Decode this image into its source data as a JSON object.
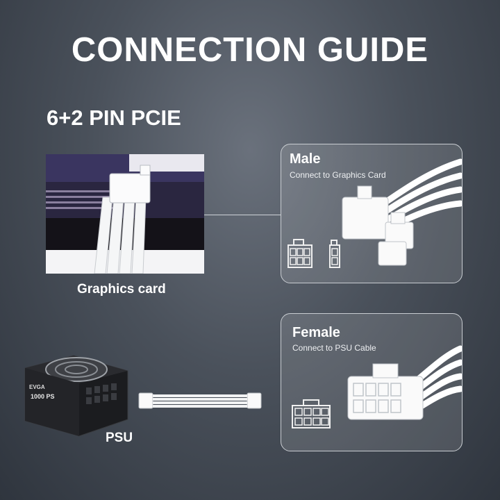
{
  "title": "CONNECTION GUIDE",
  "subtitle": "6+2 PIN PCIE",
  "gpu": {
    "label": "Graphics card"
  },
  "male": {
    "title": "Male",
    "description": "Connect to Graphics Card"
  },
  "female": {
    "title": "Female",
    "description": "Connect to PSU Cable"
  },
  "psu": {
    "label": "PSU",
    "brand": "EVGA",
    "model": "1000 PS"
  },
  "colors": {
    "background": "#4a515b",
    "cable": "#f2f3f4",
    "panel_border": "#c9cdd2"
  }
}
